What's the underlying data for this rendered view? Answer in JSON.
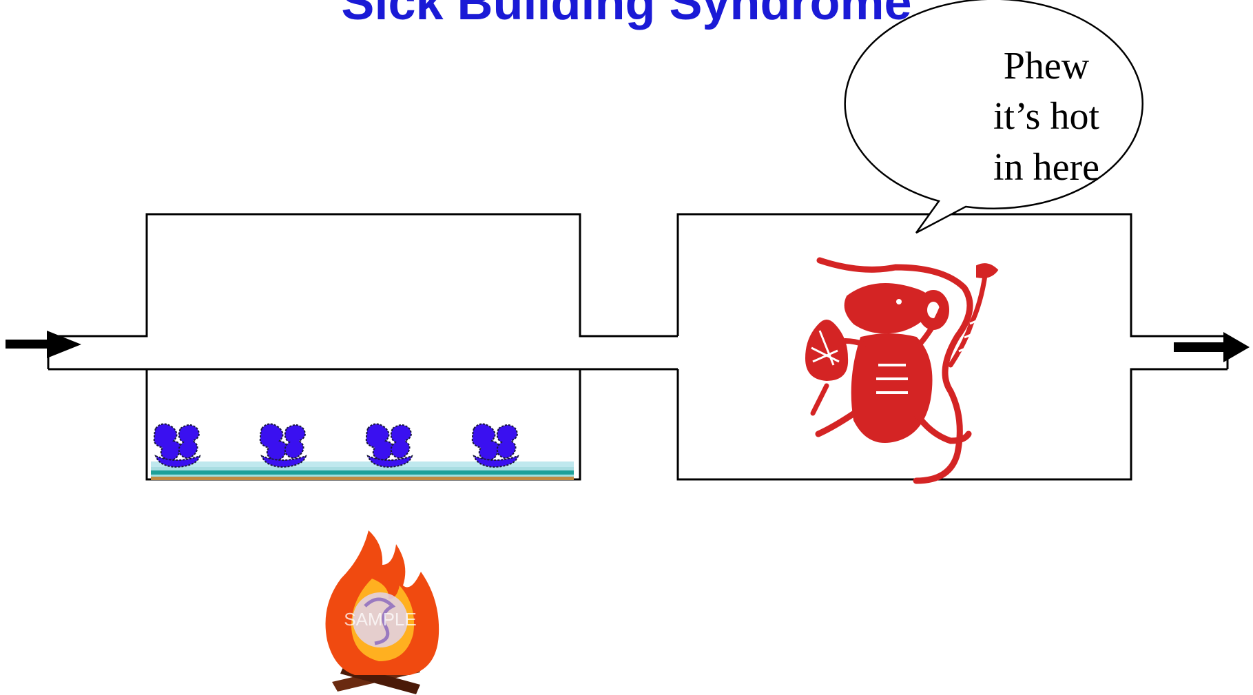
{
  "title": "Sick Building Syndrome",
  "speech_bubble": {
    "lines": [
      "Phew",
      "it’s hot",
      "in here"
    ]
  },
  "colors": {
    "title": "#1a1ad6",
    "outline": "#000000",
    "carpet_fibers": "#3a10f0",
    "rat": "#d42424",
    "flame_outer": "#f04a10",
    "flame_inner": "#ffb020",
    "logs": "#6a2a10"
  },
  "icons": {
    "inflow": "right-arrow-icon",
    "outflow": "right-arrow-icon",
    "carpet": "carpet-icon",
    "rat": "rat-icon",
    "fire": "fire-icon"
  },
  "fire_watermark": "SAMPLE"
}
